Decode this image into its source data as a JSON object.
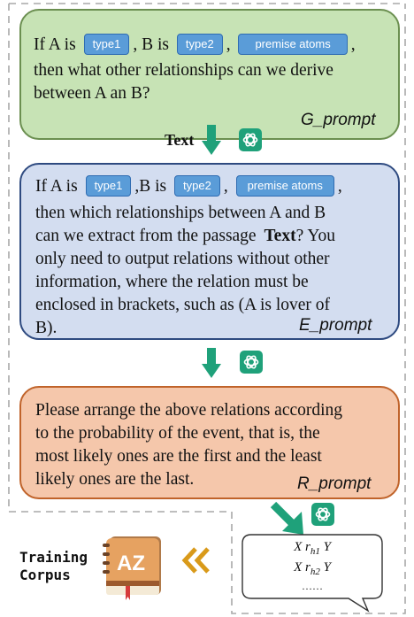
{
  "g_prompt": {
    "line1_pre": "If A is",
    "tag1": "type1",
    "line1_mid": ", B is",
    "tag2": "type2",
    "line1_comma": ",",
    "tag3": "premise atoms",
    "line2": "then what other relationships  can we derive",
    "line3": "between A an B?",
    "label": "G_prompt"
  },
  "connector1": {
    "label": "Text"
  },
  "e_prompt": {
    "line1_pre": "If A is",
    "tag1": "type1",
    "line1_mid": ",B is",
    "tag2": "type2",
    "line1_comma": ",",
    "tag3": "premise atoms",
    "line1_end": ",",
    "line2": "then which relationships between A and B",
    "line3_pre": "can we extract from the passage",
    "line3_bold": "Text",
    "line3_post": "? You",
    "line4": "only need to output relations without other",
    "line5": "information, where the relation must be",
    "line6": "enclosed in brackets, such as (A is lover of",
    "line7": "B).",
    "label": "E_prompt"
  },
  "r_prompt": {
    "line1": "Please arrange the above relations according",
    "line2": "to the probability of the event, that is, the",
    "line3": "most likely ones are the first and the least",
    "line4": "likely ones are the last.",
    "label": "R_prompt"
  },
  "output": {
    "row1_x": "X",
    "row1_r": "r",
    "row1_sub": "h1",
    "row1_y": "Y",
    "row2_x": "X",
    "row2_r": "r",
    "row2_sub": "h2",
    "row2_y": "Y",
    "ellipsis": "……"
  },
  "training": {
    "line1": "Training",
    "line2": "Corpus",
    "book_letters": "AZ"
  },
  "colors": {
    "green_fill": "#c7e3b5",
    "blue_fill": "#d3ddf0",
    "orange_fill": "#f5c7ab",
    "arrow": "#1fa17a",
    "chevron": "#d99a1a",
    "tag": "#5a9cd8"
  }
}
